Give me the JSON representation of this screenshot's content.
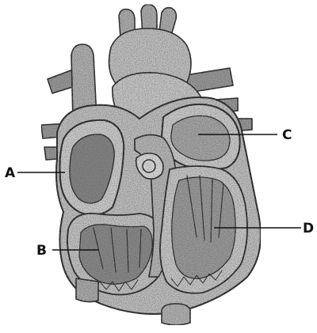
{
  "diagram": {
    "labels": {
      "a": "A",
      "b": "B",
      "c": "C",
      "d": "D"
    },
    "colors": {
      "ink": "#1a1a1a",
      "wall": "#bdbdbd",
      "cavity": "#7f7f7f",
      "background": "#ffffff"
    }
  }
}
